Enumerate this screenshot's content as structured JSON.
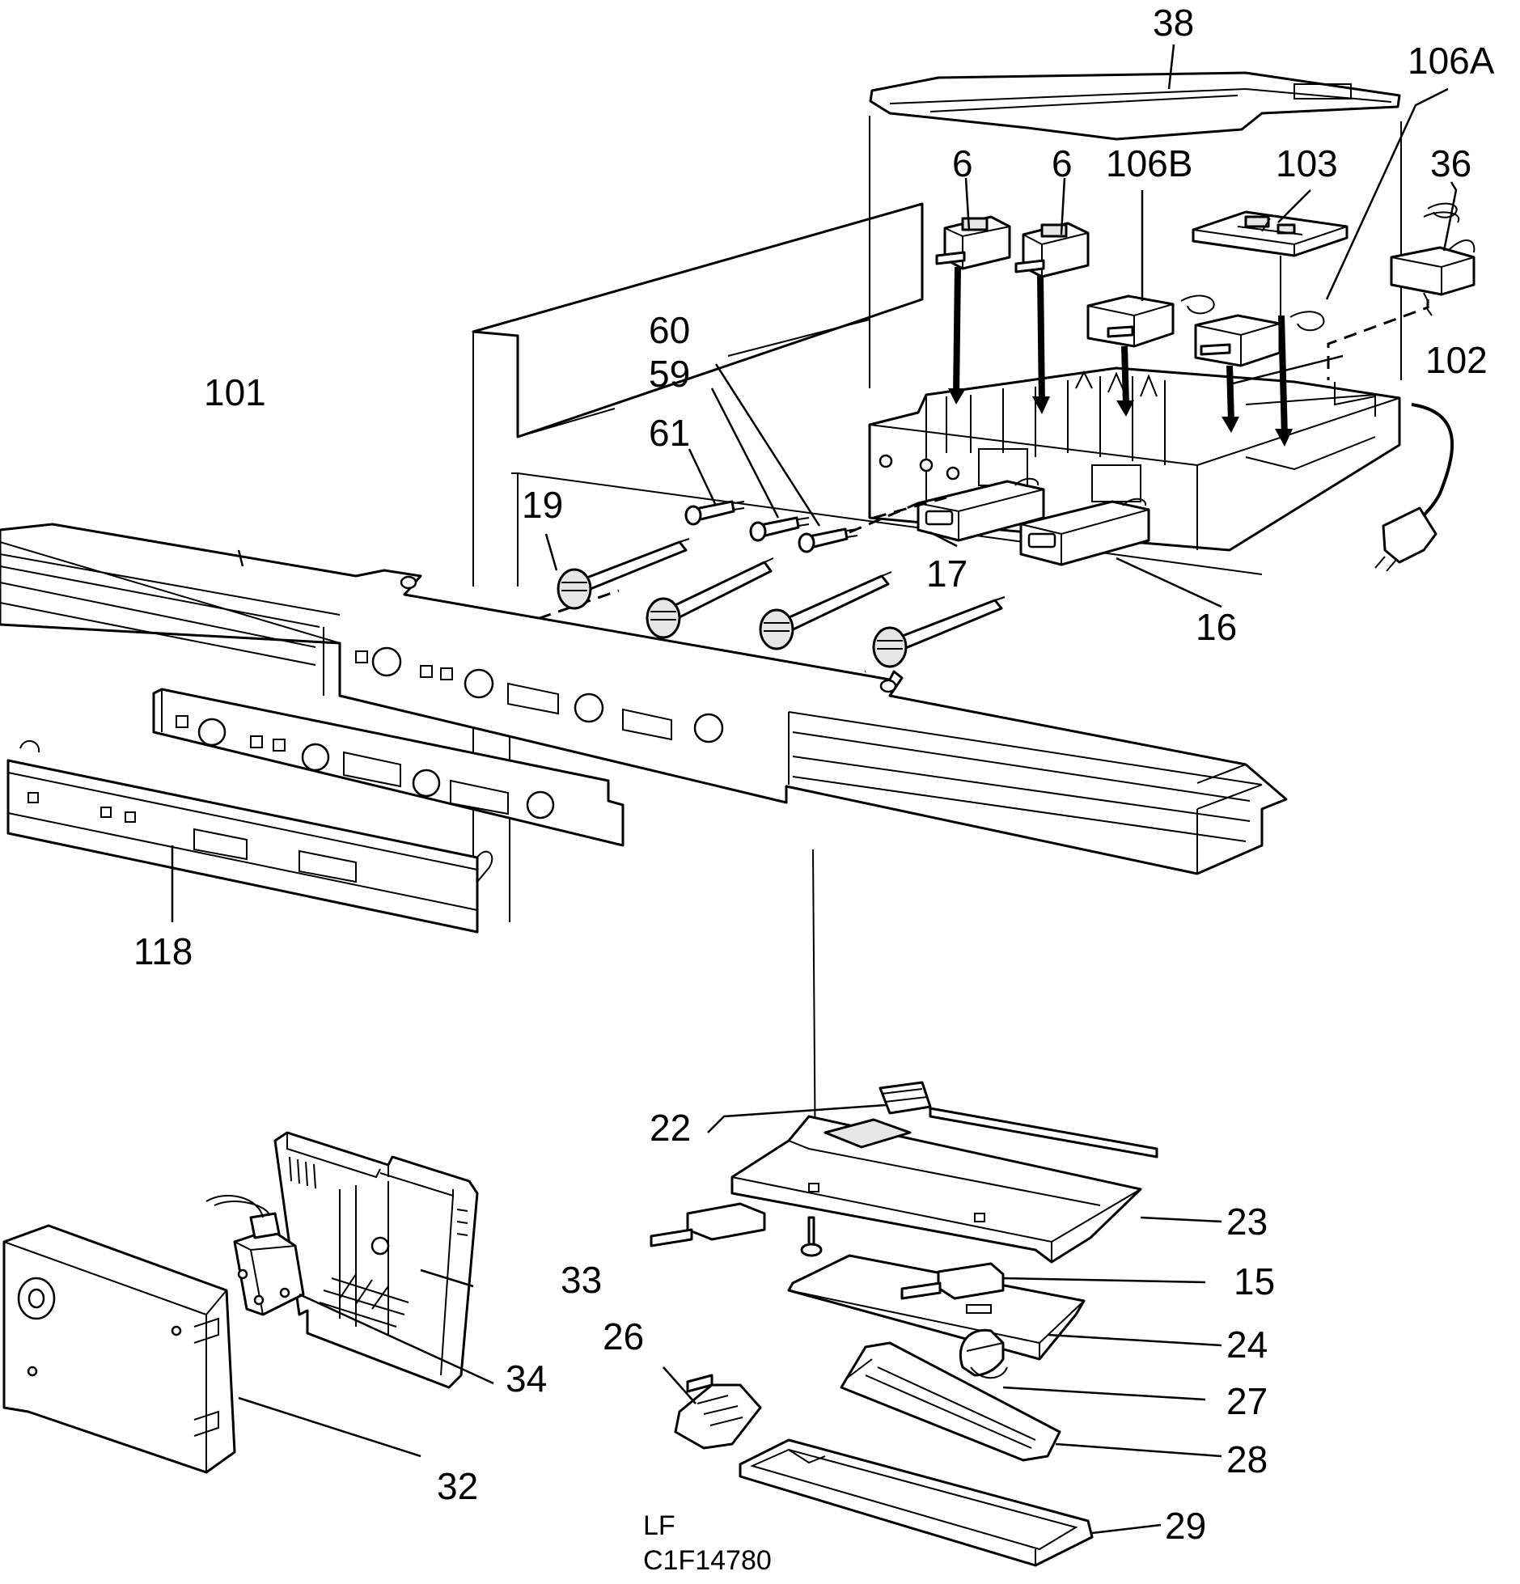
{
  "callouts": {
    "c38": "38",
    "c106A": "106A",
    "c6a": "6",
    "c6b": "6",
    "c106B": "106B",
    "c103": "103",
    "c36": "36",
    "c60": "60",
    "c59": "59",
    "c61": "61",
    "c101": "101",
    "c102": "102",
    "c19": "19",
    "c17": "17",
    "c16": "16",
    "c118": "118",
    "c22": "22",
    "c23": "23",
    "c15": "15",
    "c24": "24",
    "c33": "33",
    "c34": "34",
    "c26": "26",
    "c27": "27",
    "c28": "28",
    "c32": "32",
    "c29": "29"
  },
  "drawing_code": {
    "line1": "LF",
    "line2": "C1F14780"
  }
}
